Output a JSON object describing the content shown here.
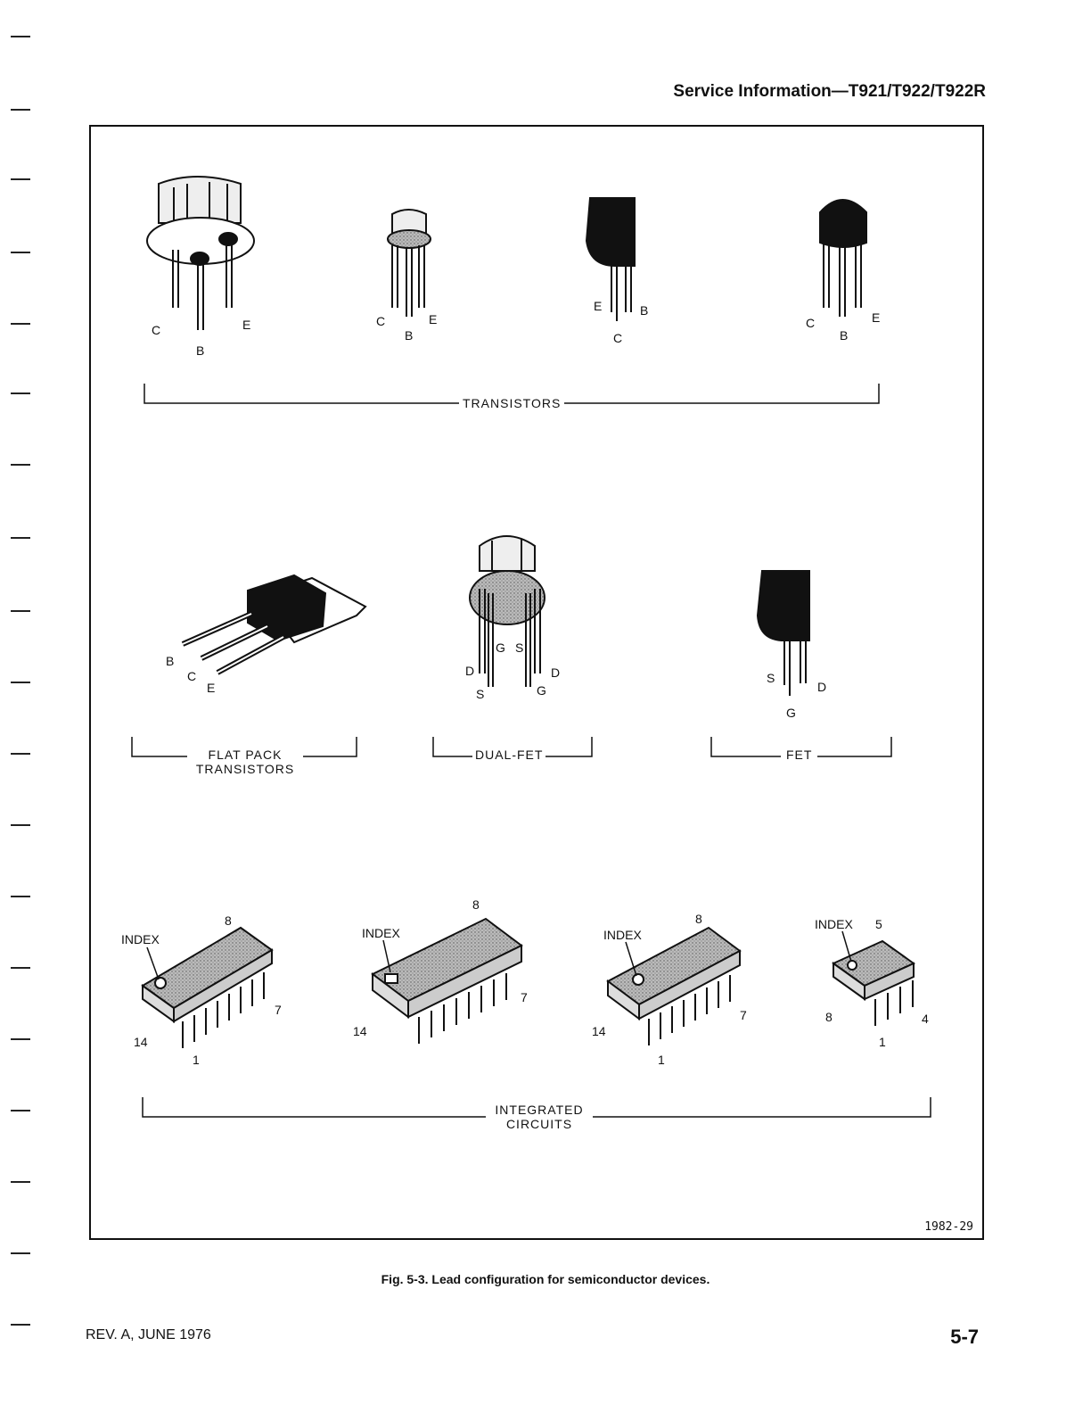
{
  "header": {
    "title": "Service Information—T921/T922/T922R"
  },
  "sections": {
    "transistors": {
      "label": "TRANSISTORS"
    },
    "flat_pack": {
      "label_line1": "FLAT PACK",
      "label_line2": "TRANSISTORS"
    },
    "dual_fet": {
      "label": "DUAL-FET"
    },
    "fet": {
      "label": "FET"
    },
    "integrated_circuits": {
      "label_line1": "INTEGRATED",
      "label_line2": "CIRCUITS"
    }
  },
  "transistor_leads": [
    {
      "c": "C",
      "b": "B",
      "e": "E"
    },
    {
      "c": "C",
      "b": "B",
      "e": "E"
    },
    {
      "e": "E",
      "b": "B",
      "c": "C"
    },
    {
      "c": "C",
      "b": "B",
      "e": "E"
    }
  ],
  "flat_pack_leads": {
    "b": "B",
    "c": "C",
    "e": "E"
  },
  "dual_fet_leads": {
    "g1": "G",
    "s1": "S",
    "d_left": "D",
    "s_left": "S",
    "d_right": "D",
    "g_right": "G"
  },
  "fet_leads": {
    "s": "S",
    "d": "D",
    "g": "G"
  },
  "ics": [
    {
      "index": "INDEX",
      "top": "8",
      "right": "7",
      "left": "14",
      "bottom": "1"
    },
    {
      "index": "INDEX",
      "top": "8",
      "right": "7",
      "left": "14"
    },
    {
      "index": "INDEX",
      "top": "8",
      "right": "7",
      "left": "14",
      "bottom": "1"
    },
    {
      "index": "INDEX",
      "top": "5",
      "right": "4",
      "left": "8",
      "bottom": "1"
    }
  ],
  "figure_number": "1982-29",
  "caption": "Fig. 5-3.  Lead configuration for semiconductor devices.",
  "footer": {
    "revision": "REV. A, JUNE 1976",
    "page": "5-7"
  }
}
